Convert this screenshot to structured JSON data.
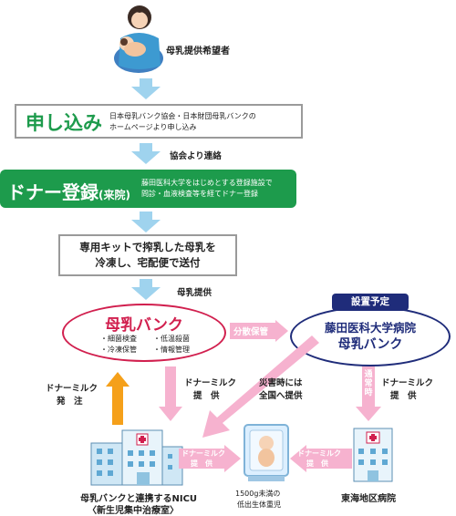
{
  "applicant_label": "母乳提供希望者",
  "step1": {
    "title": "申し込み",
    "desc_line1": "日本母乳バンク協会・日本財団母乳バンクの",
    "desc_line2": "ホームページより申し込み"
  },
  "contact_label": "協会より連絡",
  "step2": {
    "title": "ドナー登録",
    "title_sub": "(来院)",
    "desc_line1": "藤田医科大学をはじめとする登録施設で",
    "desc_line2": "問診・血液検査等を経てドナー登録"
  },
  "step3": {
    "line1": "専用キットで搾乳した母乳を",
    "line2": "冷凍し、宅配便で送付"
  },
  "provide_label": "母乳提供",
  "milk_bank": {
    "title": "母乳バンク",
    "items": [
      "・細菌検査",
      "・低温殺菌",
      "・冷凍保管",
      "・情報管理"
    ]
  },
  "distributed_label": "分散保管",
  "planned_badge": "設置予定",
  "fujita_bank": {
    "line1": "藤田医科大学病院",
    "line2": "母乳バンク"
  },
  "order_label": {
    "line1": "ドナーミルク",
    "line2": "発　注"
  },
  "supply_label1": {
    "line1": "ドナーミルク",
    "line2": "提　供"
  },
  "disaster_label": {
    "line1": "災害時には",
    "line2": "全国へ提供"
  },
  "normal_label": "通常時",
  "supply_label2": {
    "line1": "ドナーミルク",
    "line2": "提　供"
  },
  "nicu_supply": {
    "line1": "ドナーミルク",
    "line2": "提　供"
  },
  "tokai_supply": {
    "line1": "ドナーミルク",
    "line2": "提　供"
  },
  "nicu_label": {
    "line1": "母乳バンクと連携するNICU",
    "line2": "〈新生児集中治療室〉"
  },
  "baby_label": {
    "line1": "1500g未満の",
    "line2": "低出生体重児"
  },
  "tokai_label": "東海地区病院",
  "colors": {
    "green": "#1d9b4c",
    "navy": "#1f2c7a",
    "crimson": "#d11f4e",
    "pink": "#f6b2cf",
    "lightblue": "#9fd3ee",
    "orange": "#f5a01a"
  }
}
